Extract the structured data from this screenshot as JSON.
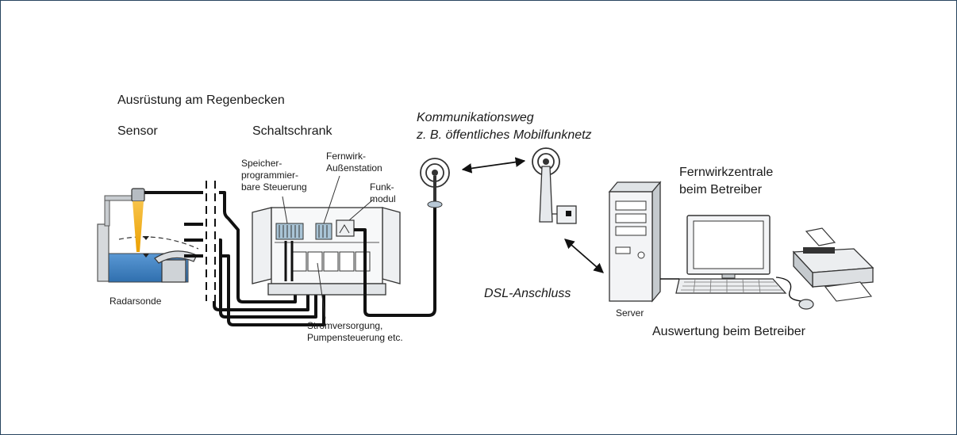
{
  "labels": {
    "equipment_title": "Ausrüstung am Regenbecken",
    "sensor": "Sensor",
    "cabinet": "Schaltschrank",
    "plc": [
      "Speicher-",
      "programmier-",
      "bare Steuerung"
    ],
    "remote_station": [
      "Fernwirk-",
      "Außenstation"
    ],
    "radio_module": [
      "Funk-",
      "modul"
    ],
    "radar_probe": "Radarsonde",
    "power_supply": [
      "Stromversorgung,",
      "Pumpensteuerung etc."
    ],
    "comm_path": [
      "Kommunikationsweg",
      "z. B. öffentliches Mobilfunknetz"
    ],
    "control_center": [
      "Fernwirkzentrale",
      "beim Betreiber"
    ],
    "dsl": "DSL-Anschluss",
    "server": "Server",
    "evaluation": "Auswertung beim Betreiber"
  },
  "colors": {
    "border": "#27445f",
    "line": "#111111",
    "water": "#3d7fbf",
    "radar_beam": "#f2a900",
    "equipment_gray": "#c8ccd0"
  }
}
